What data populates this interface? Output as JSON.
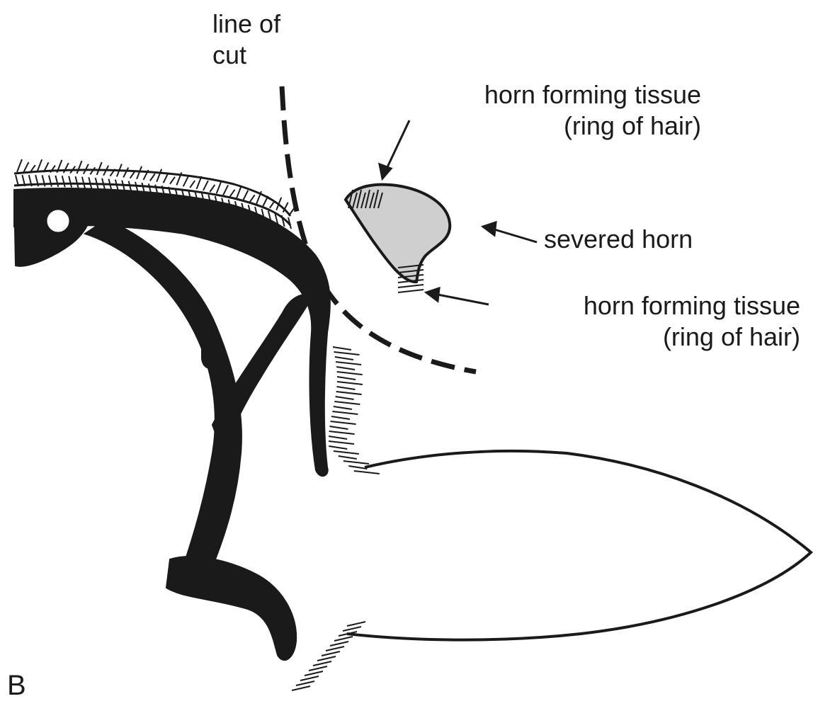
{
  "figure": {
    "panel_letter": "B",
    "labels": {
      "line_of_cut": [
        "line of",
        "cut"
      ],
      "horn_tissue_top": [
        "horn forming tissue",
        "(ring of hair)"
      ],
      "severed_horn": "severed horn",
      "horn_tissue_bottom": [
        "horn forming tissue",
        "(ring of hair)"
      ]
    }
  },
  "colors": {
    "ink": "#1a1a1a",
    "horn_fill": "#cfcfcf",
    "background": "#ffffff"
  }
}
